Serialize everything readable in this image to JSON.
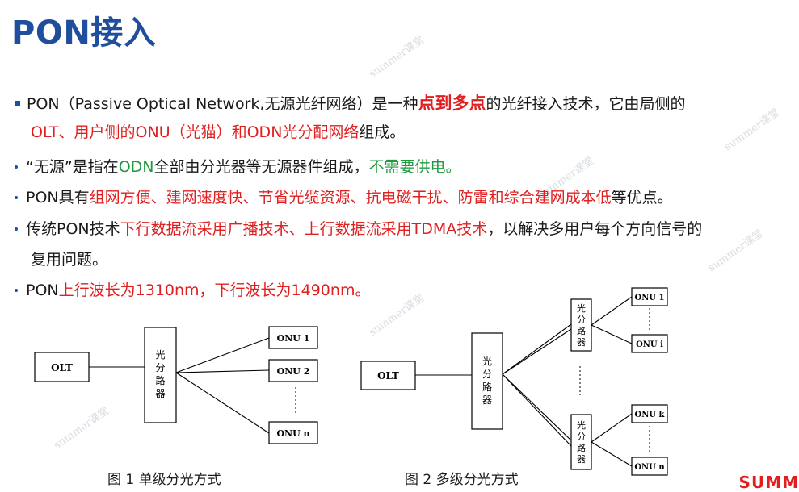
{
  "title": "PON接入",
  "bullets": {
    "b1": {
      "p1": "PON（Passive Optical Network,无源光纤网络）是一种",
      "p2": "点到多点",
      "p3": "的光纤接入技术，它由局侧的",
      "l2a": "OLT、用户侧的ONU（光猫）和ODN光分配网络",
      "l2b": "组成。"
    },
    "b2": {
      "p1": "“无源”是指在",
      "p2": "ODN",
      "p3": "全部由分光器等无源器件组成，",
      "p4": "不需要供电。"
    },
    "b3": {
      "p1": "PON具有",
      "p2": "组网方便、建网速度快、节省光缆资源、抗电磁干扰、防雷和综合建网成本低",
      "p3": "等优点。"
    },
    "b4": {
      "p1": "传统PON技术",
      "p2": "下行数据流采用广播技术、上行数据流采用TDMA技术",
      "p3": "，以解决多用户每个方向信号的",
      "l2": "复用问题。"
    },
    "b5": {
      "p1": "PON",
      "p2": "上行波长为1310nm，下行波长为1490nm。"
    }
  },
  "diagram1": {
    "olt": "OLT",
    "splitter": [
      "光",
      "分",
      "路",
      "器"
    ],
    "onu1": "ONU 1",
    "onu2": "ONU 2",
    "onun": "ONU n",
    "caption": "图 1  单级分光方式"
  },
  "diagram2": {
    "olt": "OLT",
    "splitter": [
      "光",
      "分",
      "路",
      "器"
    ],
    "splitter_top": [
      "光",
      "分",
      "路",
      "器"
    ],
    "splitter_bottom": [
      "光",
      "分",
      "路",
      "器"
    ],
    "onu1": "ONU 1",
    "onui": "ONU i",
    "onuk": "ONU k",
    "onun": "ONU n",
    "caption": "图 2  多级分光方式"
  },
  "watermark": "summer课堂",
  "brand": "SUMM",
  "colors": {
    "title": "#1f4e9c",
    "red": "#e02020",
    "green": "#1e9a3e"
  }
}
